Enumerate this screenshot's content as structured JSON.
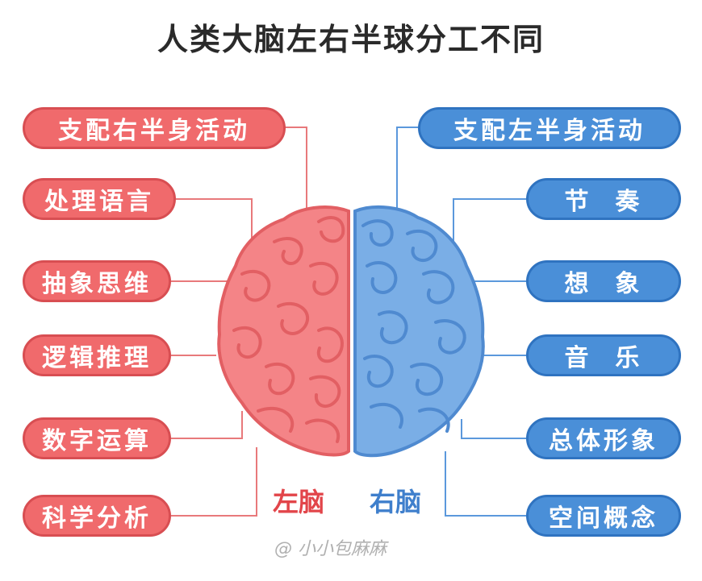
{
  "title": "人类大脑左右半球分工不同",
  "left_items": [
    "支配右半身活动",
    "处理语言",
    "抽象思维",
    "逻辑推理",
    "数字运算",
    "科学分析"
  ],
  "right_items": [
    "支配左半身活动",
    "节  奏",
    "想  象",
    "音  乐",
    "总体形象",
    "空间概念"
  ],
  "brain": {
    "left_label": "左脑",
    "right_label": "右脑",
    "left_color": "#f48487",
    "right_color": "#7aaee6"
  },
  "watermark": "@ 小小包麻麻",
  "colors": {
    "left_pill": "#f06a6c",
    "right_pill": "#4a8fd8",
    "connector": "#f06a6c",
    "connector_right": "#4a8fd8"
  }
}
